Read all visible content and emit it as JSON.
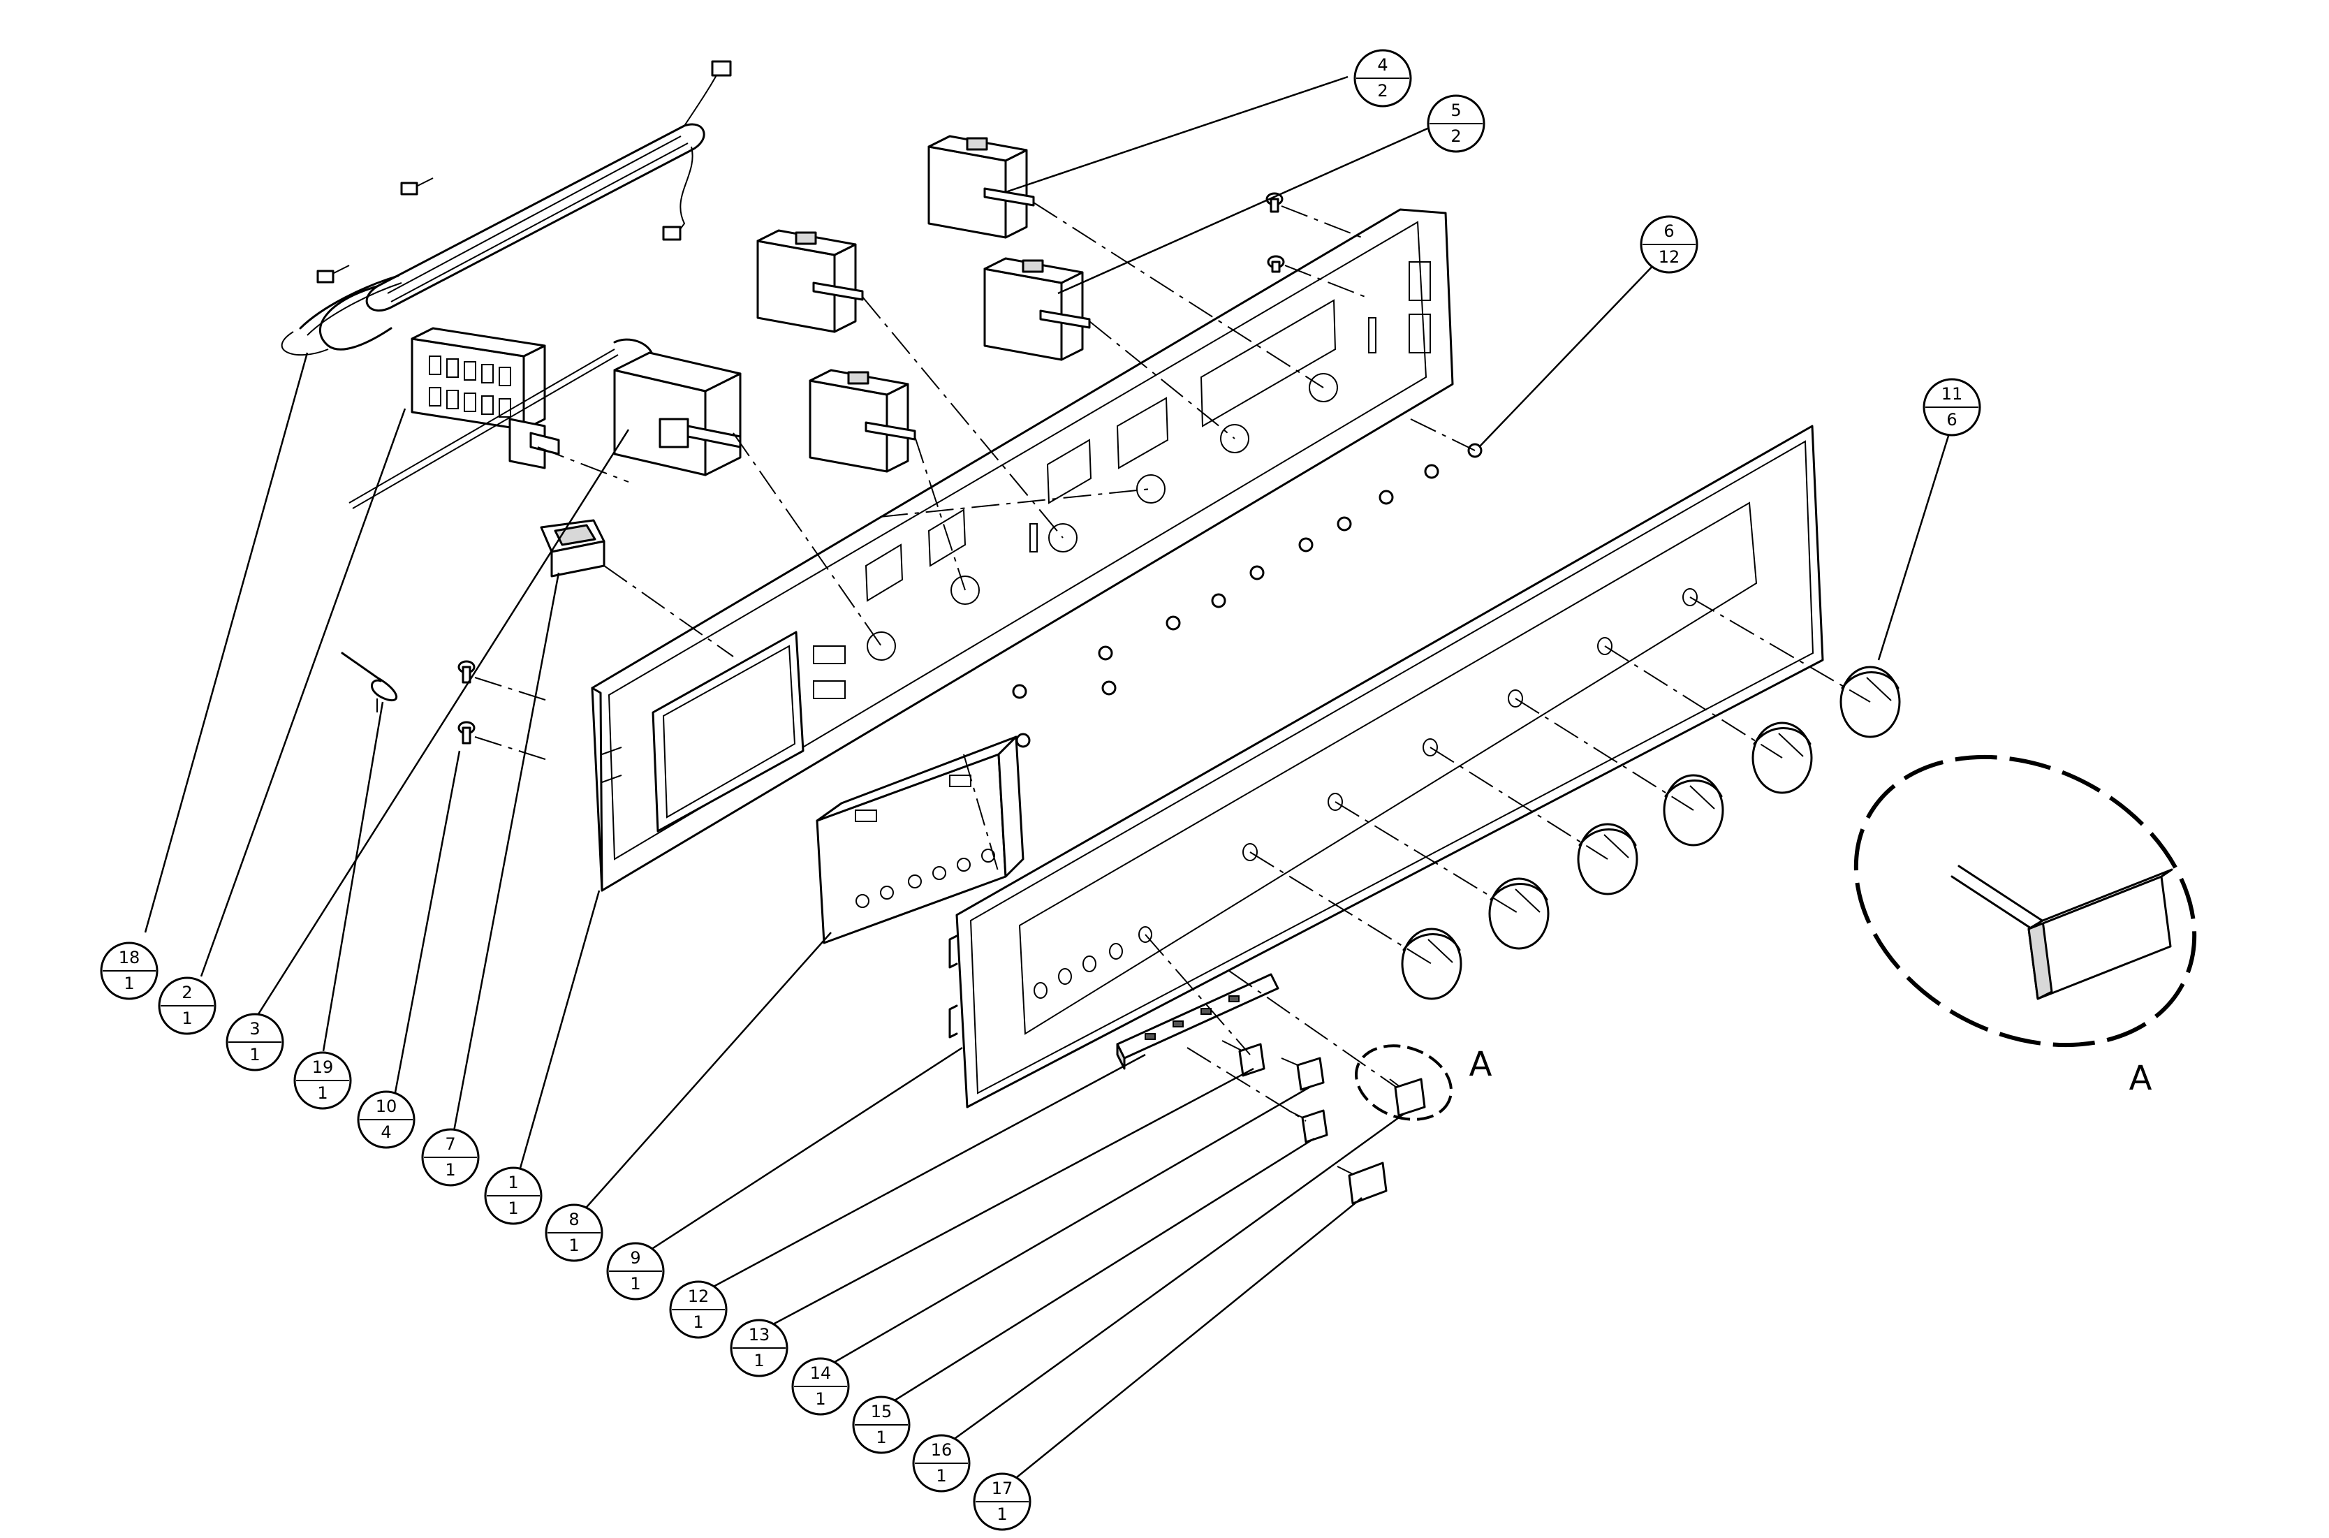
{
  "diagram": {
    "detail_view_label": "A",
    "detail_marker_label": "A"
  },
  "callouts": [
    {
      "id": "4",
      "qty": "2"
    },
    {
      "id": "5",
      "qty": "2"
    },
    {
      "id": "6",
      "qty": "12"
    },
    {
      "id": "11",
      "qty": "6"
    },
    {
      "id": "18",
      "qty": "1"
    },
    {
      "id": "2",
      "qty": "1"
    },
    {
      "id": "3",
      "qty": "1"
    },
    {
      "id": "19",
      "qty": "1"
    },
    {
      "id": "10",
      "qty": "4"
    },
    {
      "id": "7",
      "qty": "1"
    },
    {
      "id": "1",
      "qty": "1"
    },
    {
      "id": "8",
      "qty": "1"
    },
    {
      "id": "9",
      "qty": "1"
    },
    {
      "id": "12",
      "qty": "1"
    },
    {
      "id": "13",
      "qty": "1"
    },
    {
      "id": "14",
      "qty": "1"
    },
    {
      "id": "15",
      "qty": "1"
    },
    {
      "id": "16",
      "qty": "1"
    },
    {
      "id": "17",
      "qty": "1"
    }
  ]
}
